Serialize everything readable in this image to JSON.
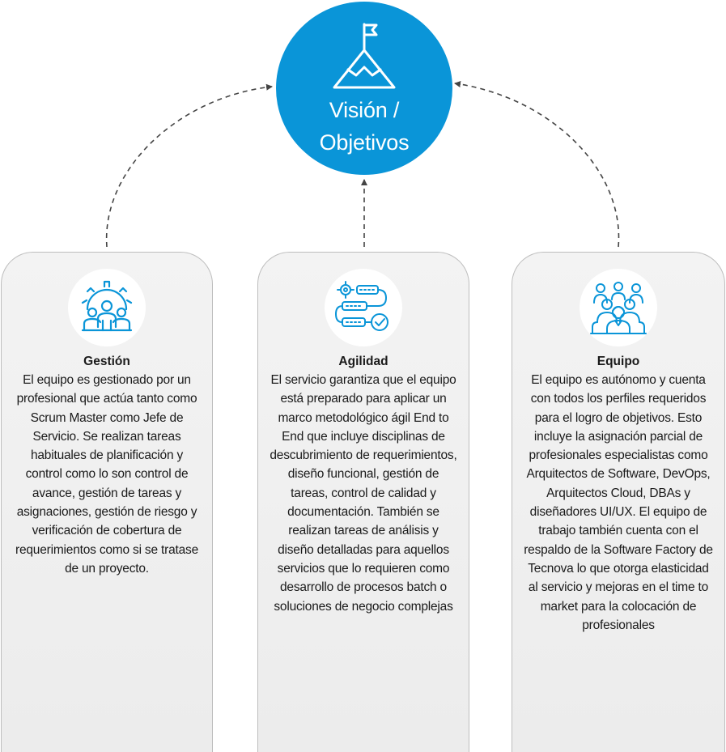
{
  "hub": {
    "title": "Visión /\nObjetivos",
    "icon": "mountain-flag-icon",
    "color": "#0a95d8"
  },
  "colors": {
    "card_background": "#efefef",
    "card_border": "#bdbdbd",
    "connector": "#444444",
    "icon_blue": "#0a95d8"
  },
  "cards": [
    {
      "icon": "gear-team-icon",
      "title": "Gestión",
      "body": "El equipo es gestionado por un profesional que actúa tanto como Scrum Master como Jefe de Servicio. Se realizan tareas habituales de planificación y control como lo son control de avance, gestión de tareas y asignaciones, gestión de riesgo y verificación de cobertura de requerimientos como si se tratase de un proyecto."
    },
    {
      "icon": "workflow-icon",
      "title": "Agilidad",
      "body": "El servicio garantiza que el equipo está preparado para aplicar un marco metodológico ágil End to End que incluye disciplinas de descubrimiento de requerimientos, diseño funcional, gestión de tareas, control de calidad y documentación. También se realizan tareas de análisis y diseño detalladas para aquellos servicios que lo requieren como desarrollo de procesos batch o soluciones de negocio complejas"
    },
    {
      "icon": "team-group-icon",
      "title": "Equipo",
      "body": "El equipo es autónomo y cuenta con todos los perfiles requeridos para el logro de objetivos. Esto incluye la asignación parcial de profesionales especialistas como Arquitectos de Software, DevOps, Arquitectos Cloud, DBAs y diseñadores UI/UX. El equipo de trabajo también cuenta con el respaldo de la Software Factory de Tecnova lo que otorga elasticidad al servicio y mejoras en el time to market para la colocación de profesionales"
    }
  ]
}
